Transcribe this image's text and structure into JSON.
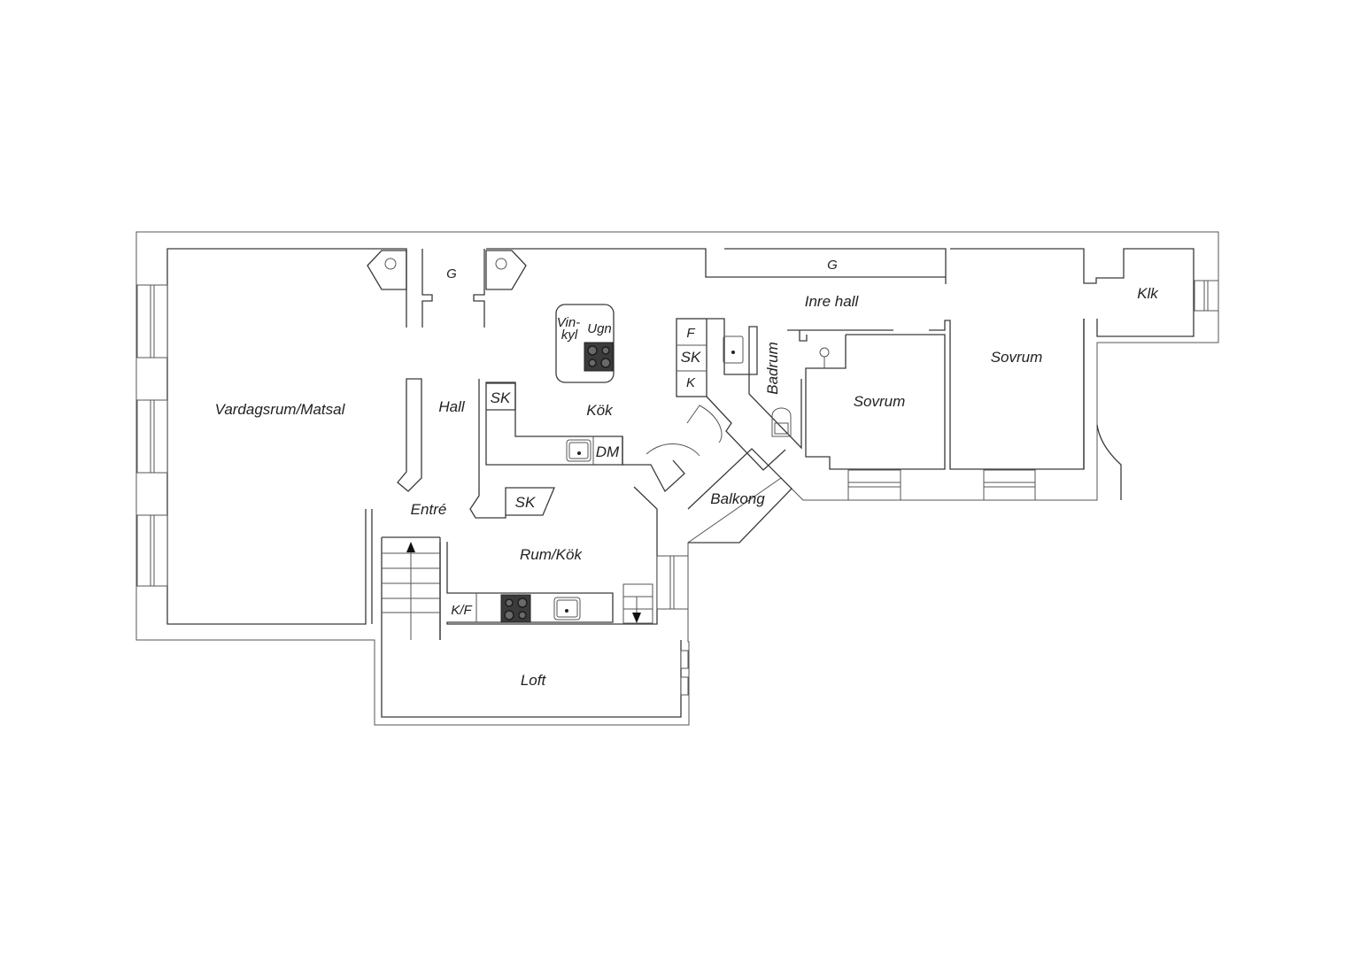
{
  "plan": {
    "rooms": {
      "vardagsrum": "Vardagsrum/Matsal",
      "hall": "Hall",
      "entre": "Entré",
      "kok": "Kök",
      "rum_kok": "Rum/Kök",
      "loft": "Loft",
      "balkong": "Balkong",
      "badrum": "Badrum",
      "inre_hall": "Inre hall",
      "sovrum_1": "Sovrum",
      "sovrum_2": "Sovrum",
      "klk": "Klk",
      "g_hall": "G",
      "g_inre": "G"
    },
    "fixtures": {
      "vinkyl_1": "Vin-",
      "vinkyl_2": "kyl",
      "ugn": "Ugn",
      "sk_kok": "SK",
      "dm": "DM",
      "sk_entre": "SK",
      "kf": "K/F",
      "f": "F",
      "sk_bad": "SK",
      "k": "K"
    }
  }
}
